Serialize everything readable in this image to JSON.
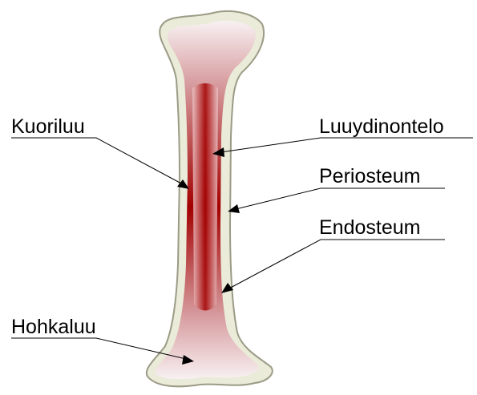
{
  "labels": {
    "compact_bone": "Kuoriluu",
    "spongy_bone": "Hohkaluu",
    "marrow_cavity": "Luuydinontelo",
    "periosteum": "Periosteum",
    "endosteum": "Endosteum"
  },
  "colors": {
    "outer_layer": "#eaebd9",
    "outline": "#9b9b86",
    "marrow_dark": "#a30000",
    "marrow_light": "#f7eeef",
    "line": "#000000"
  }
}
